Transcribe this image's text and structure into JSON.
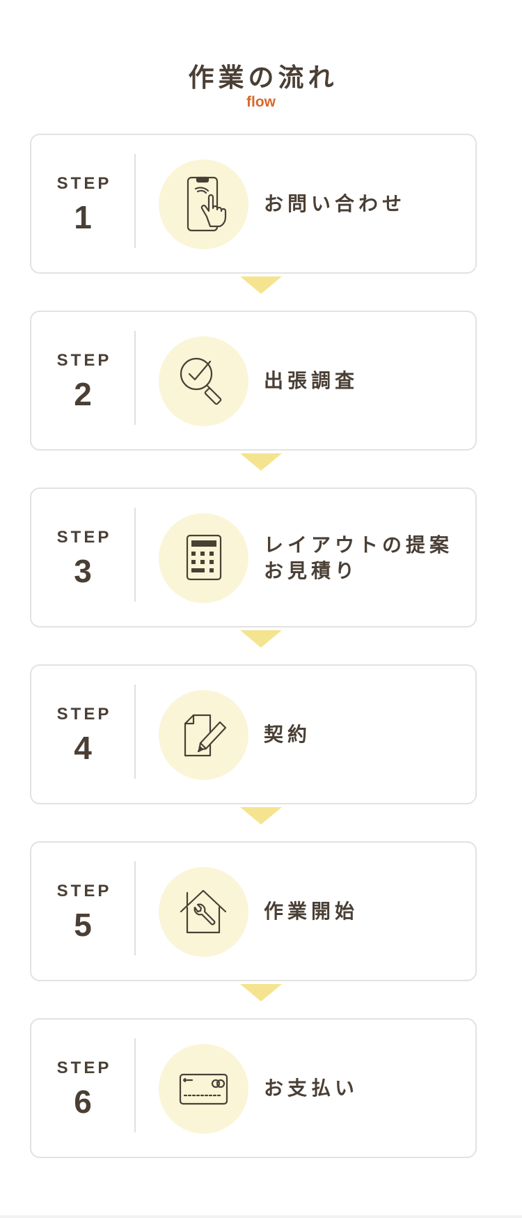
{
  "header": {
    "title": "作業の流れ",
    "subtitle": "flow"
  },
  "colors": {
    "accent": "#d9682c",
    "text": "#4a3f35",
    "icon_bg": "#faf5d7",
    "connector": "#f5e48f",
    "card_border": "#e2e2e2"
  },
  "steps": [
    {
      "label": "STEP",
      "number": "1",
      "text": "お問い合わせ",
      "icon": "smartphone-touch-icon"
    },
    {
      "label": "STEP",
      "number": "2",
      "text": "出張調査",
      "icon": "magnifier-check-icon"
    },
    {
      "label": "STEP",
      "number": "3",
      "text": "レイアウトの提案\nお見積り",
      "icon": "calculator-icon"
    },
    {
      "label": "STEP",
      "number": "4",
      "text": "契約",
      "icon": "document-pen-icon"
    },
    {
      "label": "STEP",
      "number": "5",
      "text": "作業開始",
      "icon": "house-wrench-icon"
    },
    {
      "label": "STEP",
      "number": "6",
      "text": "お支払い",
      "icon": "credit-card-icon"
    }
  ]
}
